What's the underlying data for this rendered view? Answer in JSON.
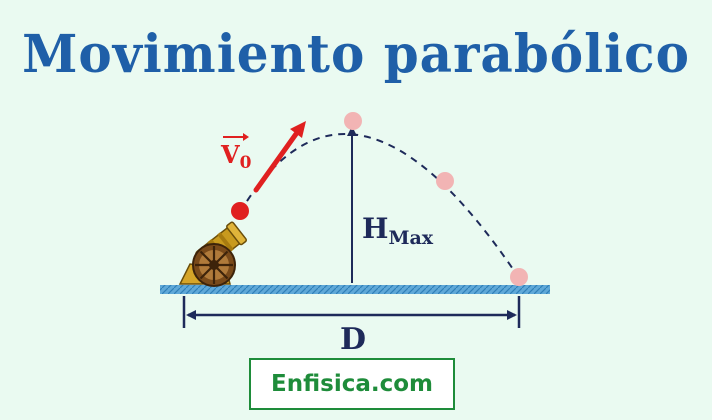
{
  "title": "Movimiento parabólico",
  "labels": {
    "velocity_symbol": "V",
    "velocity_subscript": "0",
    "height_symbol": "H",
    "height_subscript": "Max",
    "distance": "D"
  },
  "footer": {
    "site": "Enfisica.com"
  },
  "icons": [
    "cannon-icon",
    "velocity-arrow-icon"
  ],
  "colors": {
    "background": "#eafaf1",
    "title": "#1f5fa8",
    "label": "#1e2a5a",
    "velocity": "#e02020",
    "projectile_start": "#e02020",
    "projectile_ghost": "#f2b4b4",
    "ground": "#5fa8d8",
    "site_text": "#1e8c3a"
  }
}
